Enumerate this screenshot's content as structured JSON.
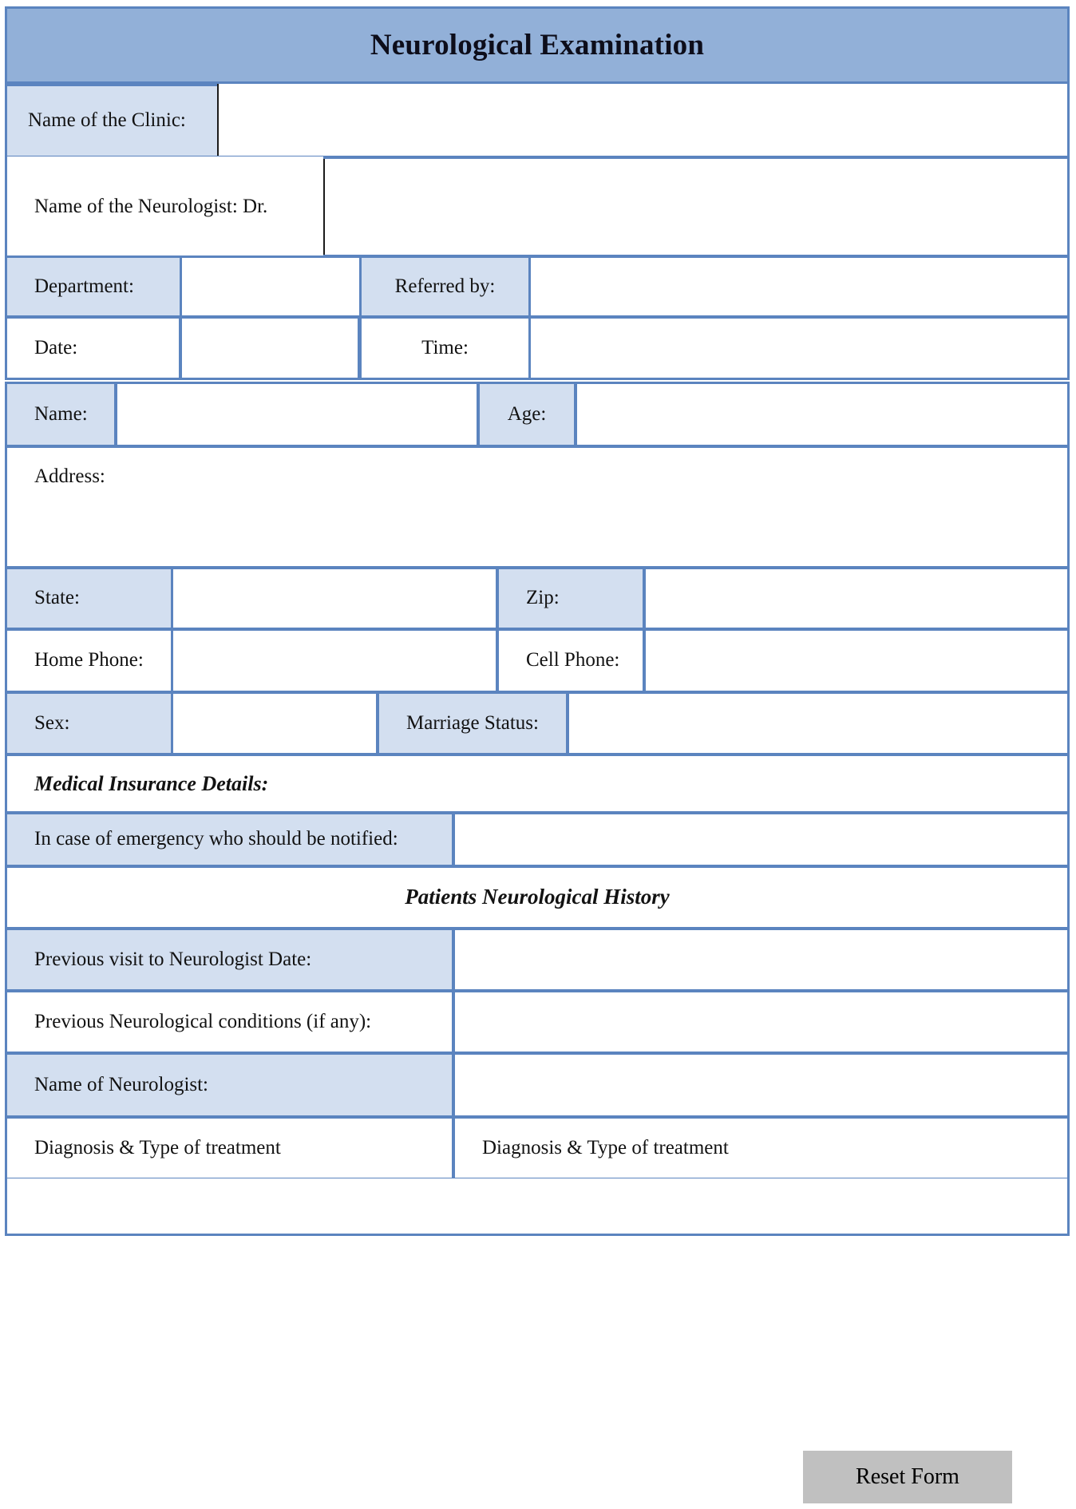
{
  "header": {
    "title": "Neurological Examination"
  },
  "clinic_section": {
    "clinic_label": "Name of the Clinic:",
    "clinic_value": "",
    "neurologist_label": "Name of the Neurologist:  Dr.",
    "neurologist_value": "",
    "department_label": "Department:",
    "department_value": "",
    "referred_by_label": "Referred by:",
    "referred_by_value": "",
    "date_label": "Date:",
    "date_value": "",
    "time_label": "Time:",
    "time_value": ""
  },
  "patient_section": {
    "name_label": "Name:",
    "name_value": "",
    "age_label": "Age:",
    "age_value": "",
    "address_label": "Address:",
    "address_value": "",
    "state_label": "State:",
    "state_value": "",
    "zip_label": "Zip:",
    "zip_value": "",
    "home_phone_label": "Home Phone:",
    "home_phone_value": "",
    "cell_phone_label": "Cell Phone:",
    "cell_phone_value": "",
    "sex_label": "Sex:",
    "sex_value": "",
    "marriage_status_label": "Marriage Status:",
    "marriage_status_value": ""
  },
  "insurance_section": {
    "heading": "Medical Insurance Details:",
    "emergency_label": "In case of emergency who should be notified:",
    "emergency_value": ""
  },
  "history_section": {
    "heading": "Patients Neurological History",
    "previous_visit_label": "Previous visit to Neurologist Date:",
    "previous_visit_value": "",
    "previous_conditions_label": "Previous Neurological conditions (if any):",
    "previous_conditions_value": "",
    "neurologist_name_label": "Name of Neurologist:",
    "neurologist_name_value": "",
    "diagnosis_left_label": "Diagnosis & Type of treatment",
    "diagnosis_right_label": "Diagnosis & Type of treatment"
  },
  "actions": {
    "reset_label": "Reset Form"
  },
  "colors": {
    "header_band": "#92b0d8",
    "border": "#5b84bf",
    "label_fill": "#d3dff0",
    "field_fill": "#ffffff",
    "button_fill": "#c0c0c0"
  }
}
